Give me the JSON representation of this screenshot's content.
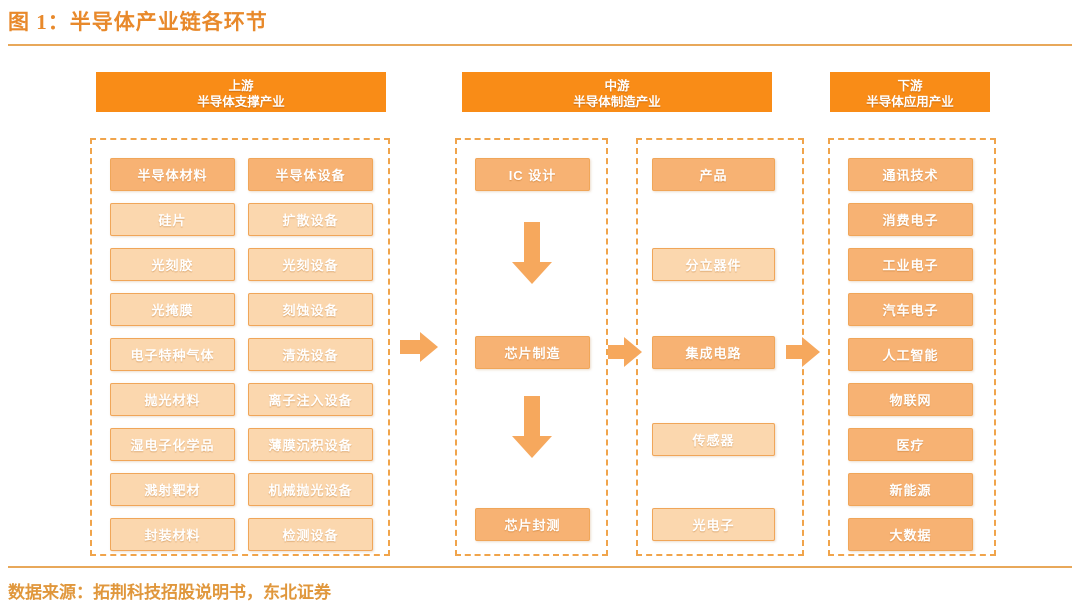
{
  "title": "图 1：半导体产业链各环节",
  "source_note": "数据来源：拓荆科技招股说明书，东北证券",
  "colors": {
    "header_orange": "#F98C17",
    "node_strong": "#F7B273",
    "node_light": "#FBD7AE",
    "node_border": "#F0A659",
    "region_dash": "#F0A44B",
    "rule": "#E8A85A",
    "title_text": "#E8892B",
    "arrow": "#F6A85D"
  },
  "sections": {
    "upstream": {
      "header_main": "上游",
      "header_sub": "半导体支撑产业",
      "materials": [
        {
          "label": "半导体材料",
          "style": "strong"
        },
        {
          "label": "硅片",
          "style": "light"
        },
        {
          "label": "光刻胶",
          "style": "light"
        },
        {
          "label": "光掩膜",
          "style": "light"
        },
        {
          "label": "电子特种气体",
          "style": "light"
        },
        {
          "label": "抛光材料",
          "style": "light"
        },
        {
          "label": "湿电子化学品",
          "style": "light"
        },
        {
          "label": "溅射靶材",
          "style": "light"
        },
        {
          "label": "封装材料",
          "style": "light"
        }
      ],
      "equipment": [
        {
          "label": "半导体设备",
          "style": "strong"
        },
        {
          "label": "扩散设备",
          "style": "light"
        },
        {
          "label": "光刻设备",
          "style": "light"
        },
        {
          "label": "刻蚀设备",
          "style": "light"
        },
        {
          "label": "清洗设备",
          "style": "light"
        },
        {
          "label": "离子注入设备",
          "style": "light"
        },
        {
          "label": "薄膜沉积设备",
          "style": "light"
        },
        {
          "label": "机械抛光设备",
          "style": "light"
        },
        {
          "label": "检测设备",
          "style": "light"
        }
      ]
    },
    "midstream": {
      "header_main": "中游",
      "header_sub": "半导体制造产业",
      "process": [
        {
          "label": "IC 设计",
          "style": "strong"
        },
        {
          "label": "芯片制造",
          "style": "strong"
        },
        {
          "label": "芯片封测",
          "style": "strong"
        }
      ],
      "products": [
        {
          "label": "产品",
          "style": "strong"
        },
        {
          "label": "分立器件",
          "style": "light"
        },
        {
          "label": "集成电路",
          "style": "strong"
        },
        {
          "label": "传感器",
          "style": "light"
        },
        {
          "label": "光电子",
          "style": "light"
        }
      ]
    },
    "downstream": {
      "header_main": "下游",
      "header_sub": "半导体应用产业",
      "applications": [
        {
          "label": "通讯技术",
          "style": "strong"
        },
        {
          "label": "消费电子",
          "style": "strong"
        },
        {
          "label": "工业电子",
          "style": "strong"
        },
        {
          "label": "汽车电子",
          "style": "strong"
        },
        {
          "label": "人工智能",
          "style": "strong"
        },
        {
          "label": "物联网",
          "style": "strong"
        },
        {
          "label": "医疗",
          "style": "strong"
        },
        {
          "label": "新能源",
          "style": "strong"
        },
        {
          "label": "大数据",
          "style": "strong"
        }
      ]
    }
  },
  "arrows": {
    "upstream_to_midstream": "arrow-right-icon",
    "midstream_to_downstream": "arrow-right-icon",
    "ic_design_to_fab": "arrow-down-icon",
    "fab_to_package": "arrow-down-icon",
    "process_to_products": "arrow-right-icon"
  }
}
